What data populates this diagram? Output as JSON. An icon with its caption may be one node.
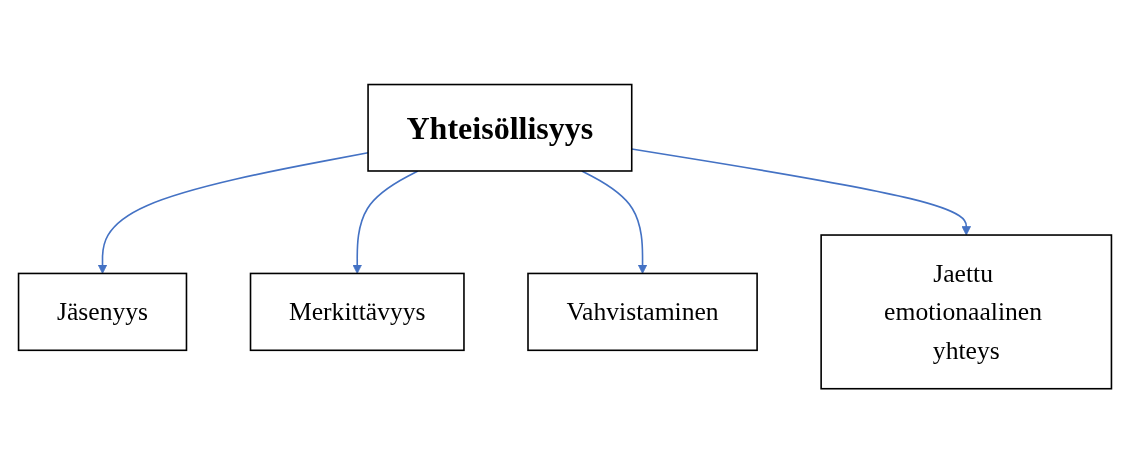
{
  "diagram": {
    "nodes": [
      {
        "text": [
          "Jäsenyys"
        ]
      },
      {
        "text": [
          "Merkittävyys"
        ]
      },
      {
        "text": [
          "Yhteisöllisyys"
        ]
      },
      {
        "text": [
          "Vahvistaminen"
        ]
      },
      {
        "text": [
          "Jaettu emotionaalinen yhteys"
        ]
      }
    ],
    "edges": [
      {
        "from": 2,
        "to": 0,
        "arrow": "to"
      },
      {
        "from": 2,
        "to": 1,
        "arrow": "to"
      },
      {
        "from": 2,
        "to": 3,
        "arrow": "to"
      },
      {
        "from": 2,
        "to": 4,
        "arrow": "to"
      }
    ]
  }
}
